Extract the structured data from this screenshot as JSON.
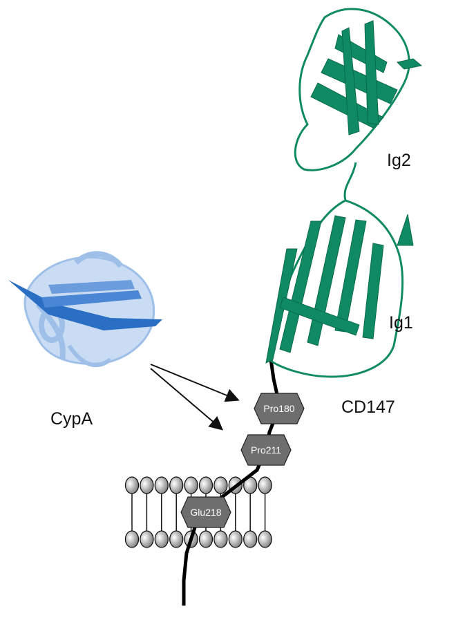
{
  "labels": {
    "ig2": "Ig2",
    "ig1": "Ig1",
    "cd147": "CD147",
    "cypa": "CypA"
  },
  "residues": [
    "Pro180",
    "Pro211",
    "Glu218"
  ],
  "colors": {
    "cd147": "#0f8a62",
    "cypa_light": "#9dbfe8",
    "cypa_dark": "#2a6fc4",
    "hexagon": "#6e6e6e"
  }
}
